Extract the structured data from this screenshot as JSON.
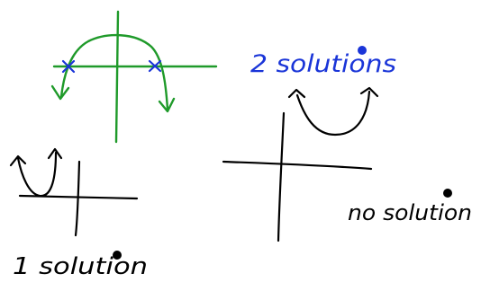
{
  "colors": {
    "ink": "#000000",
    "parabola_graph": "#1f9a2a",
    "intersection_marks": "#1a35d8",
    "two_solutions_text": "#1a35d8",
    "background": "#ffffff"
  },
  "labels": {
    "two_solutions": "2 solutions",
    "no_solution": "no solution",
    "one_solution": "1 solution"
  },
  "icons": {
    "dot": "filled-dot-icon",
    "arrowhead": "arrowhead-icon",
    "x_mark": "x-mark-icon"
  }
}
